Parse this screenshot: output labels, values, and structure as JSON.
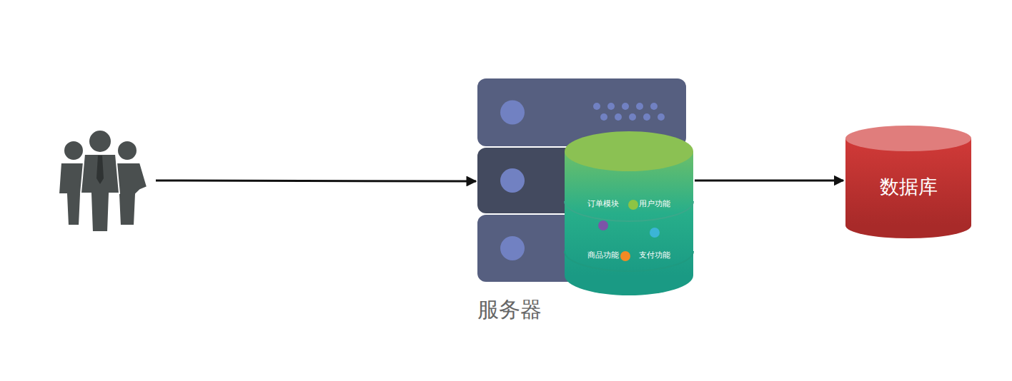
{
  "diagram": {
    "nodes": [
      {
        "text": [
          "服务器"
        ]
      },
      {
        "text": [
          "订单模块"
        ],
        "in": 0
      },
      {
        "text": [
          "用户功能"
        ],
        "in": 0
      },
      {
        "text": [
          "商品功能"
        ],
        "in": 0
      },
      {
        "text": [
          "支付功能"
        ],
        "in": 0
      },
      {
        "text": [
          "数据库"
        ]
      }
    ],
    "edges": [
      {
        "from": 0,
        "to": 5,
        "arrow": "to"
      }
    ]
  }
}
